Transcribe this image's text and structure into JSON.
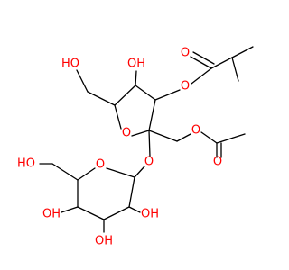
{
  "colors": {
    "bond": "#000000",
    "oxygen": "#ff0000",
    "background": "#ffffff"
  },
  "atoms": {
    "oh_ch2oh_top": "HO",
    "oh_ring_top": "OH",
    "o_ester_isobutyrate": "O",
    "o_carbonyl_isobutyrate": "O",
    "o_furanose_ring": "O",
    "o_ester_acetate": "O",
    "o_carbonyl_acetate": "O",
    "o_glycosidic": "O",
    "oh_ch2oh_pyranose": "HO",
    "o_pyranose_ring": "O",
    "oh_c4": "OH",
    "oh_c2": "OH",
    "oh_c3": "OH"
  }
}
